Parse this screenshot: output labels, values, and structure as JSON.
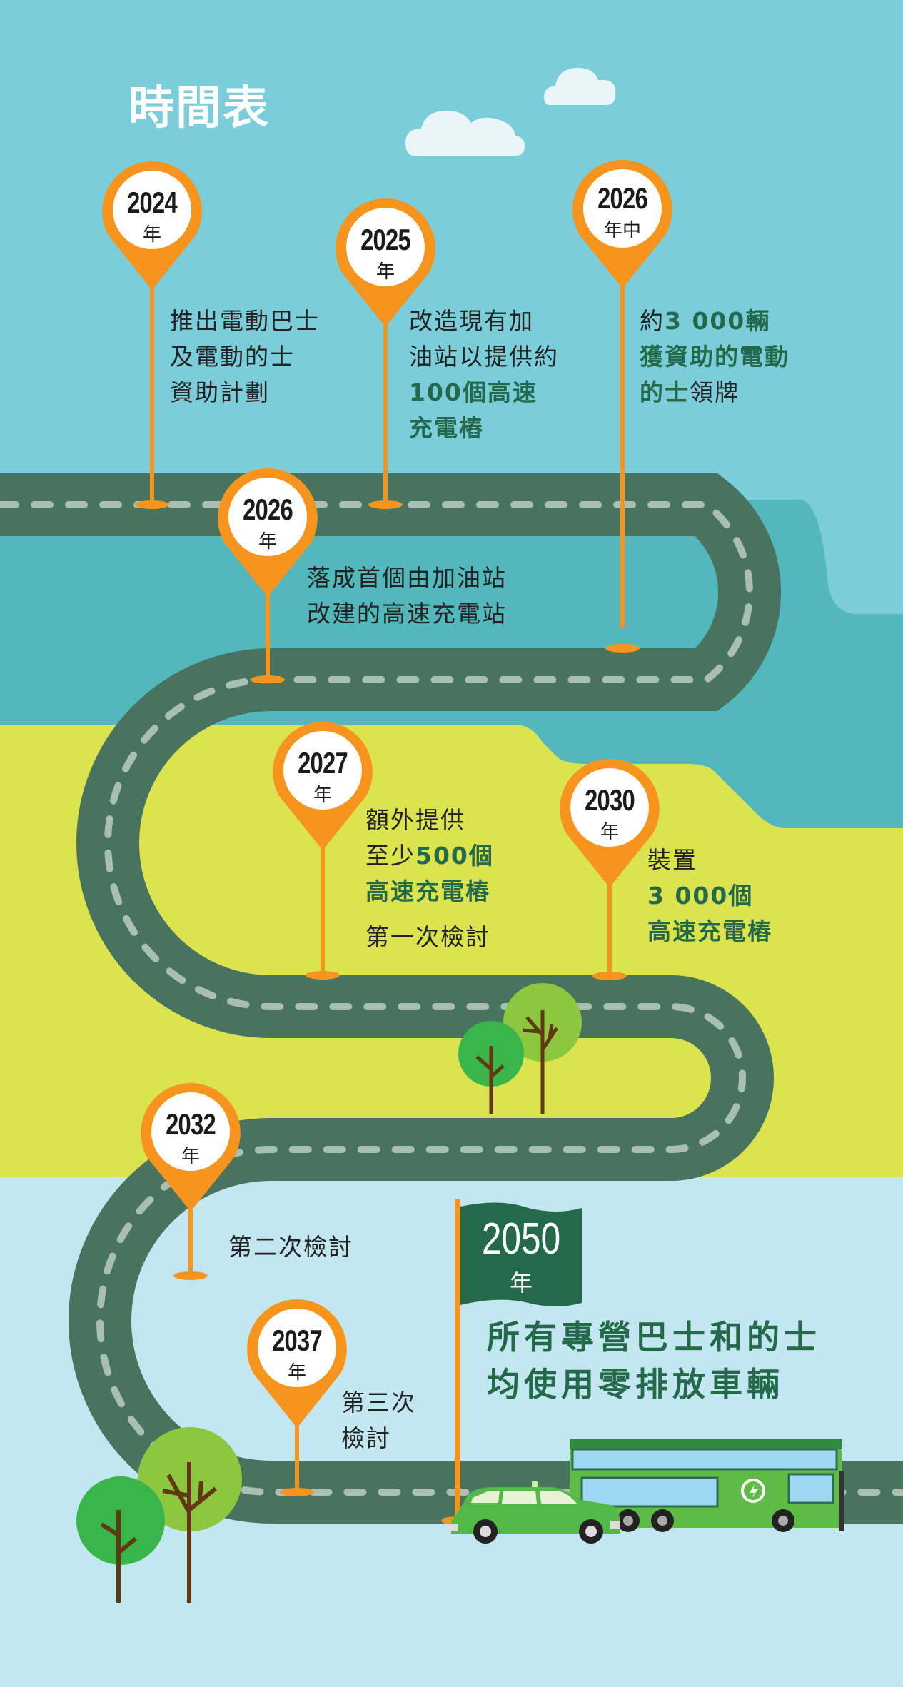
{
  "title": "時間表",
  "colors": {
    "sky": "#7acdd9",
    "sea": "#53b8bb",
    "field": "#dbe34e",
    "ground": "#c2e7f0",
    "road": "#48735e",
    "road_dash": "#a9bfb5",
    "pin": "#f7941d",
    "highlight_text": "#23694a",
    "flag": "#23694a"
  },
  "milestones": [
    {
      "year": "2024",
      "unit": "年",
      "lines": [
        [
          {
            "t": "推出電動巴士",
            "hl": false
          }
        ],
        [
          {
            "t": "及電動的士",
            "hl": false
          }
        ],
        [
          {
            "t": "資助計劃",
            "hl": false
          }
        ]
      ]
    },
    {
      "year": "2025",
      "unit": "年",
      "lines": [
        [
          {
            "t": "改造現有加",
            "hl": false
          }
        ],
        [
          {
            "t": "油站以提供約",
            "hl": false
          }
        ],
        [
          {
            "t": "100個高速",
            "hl": true
          }
        ],
        [
          {
            "t": "充電樁",
            "hl": true
          }
        ]
      ]
    },
    {
      "year": "2026",
      "unit": "年中",
      "lines": [
        [
          {
            "t": "約",
            "hl": false
          },
          {
            "t": "3 000輛",
            "hl": true
          }
        ],
        [
          {
            "t": "獲資助的電動",
            "hl": true
          }
        ],
        [
          {
            "t": "的士",
            "hl": true
          },
          {
            "t": "領牌",
            "hl": false
          }
        ]
      ]
    },
    {
      "year": "2026",
      "unit": "年",
      "lines": [
        [
          {
            "t": "落成首個由加油站",
            "hl": false
          }
        ],
        [
          {
            "t": "改建的高速充電站",
            "hl": false
          }
        ]
      ]
    },
    {
      "year": "2027",
      "unit": "年",
      "lines": [
        [
          {
            "t": "額外提供",
            "hl": false
          }
        ],
        [
          {
            "t": "至少",
            "hl": false
          },
          {
            "t": "500個",
            "hl": true
          }
        ],
        [
          {
            "t": "高速充電樁",
            "hl": true
          }
        ]
      ],
      "extra": "第一次檢討"
    },
    {
      "year": "2030",
      "unit": "年",
      "lines": [
        [
          {
            "t": "裝置",
            "hl": false
          }
        ],
        [
          {
            "t": "3 000個",
            "hl": true
          }
        ],
        [
          {
            "t": "高速充電樁",
            "hl": true
          }
        ]
      ]
    },
    {
      "year": "2032",
      "unit": "年",
      "lines": [
        [
          {
            "t": "第二次檢討",
            "hl": false
          }
        ]
      ]
    },
    {
      "year": "2037",
      "unit": "年",
      "lines": [
        [
          {
            "t": "第三次",
            "hl": false
          }
        ],
        [
          {
            "t": "檢討",
            "hl": false
          }
        ]
      ]
    }
  ],
  "goal": {
    "year": "2050",
    "unit": "年",
    "line1": "所有專營巴士和的士",
    "line2": "均使用零排放車輛"
  },
  "icons": {
    "bus": "electric-double-decker-bus-icon",
    "taxi": "electric-taxi-icon",
    "charge": "lightning-bolt-icon"
  }
}
